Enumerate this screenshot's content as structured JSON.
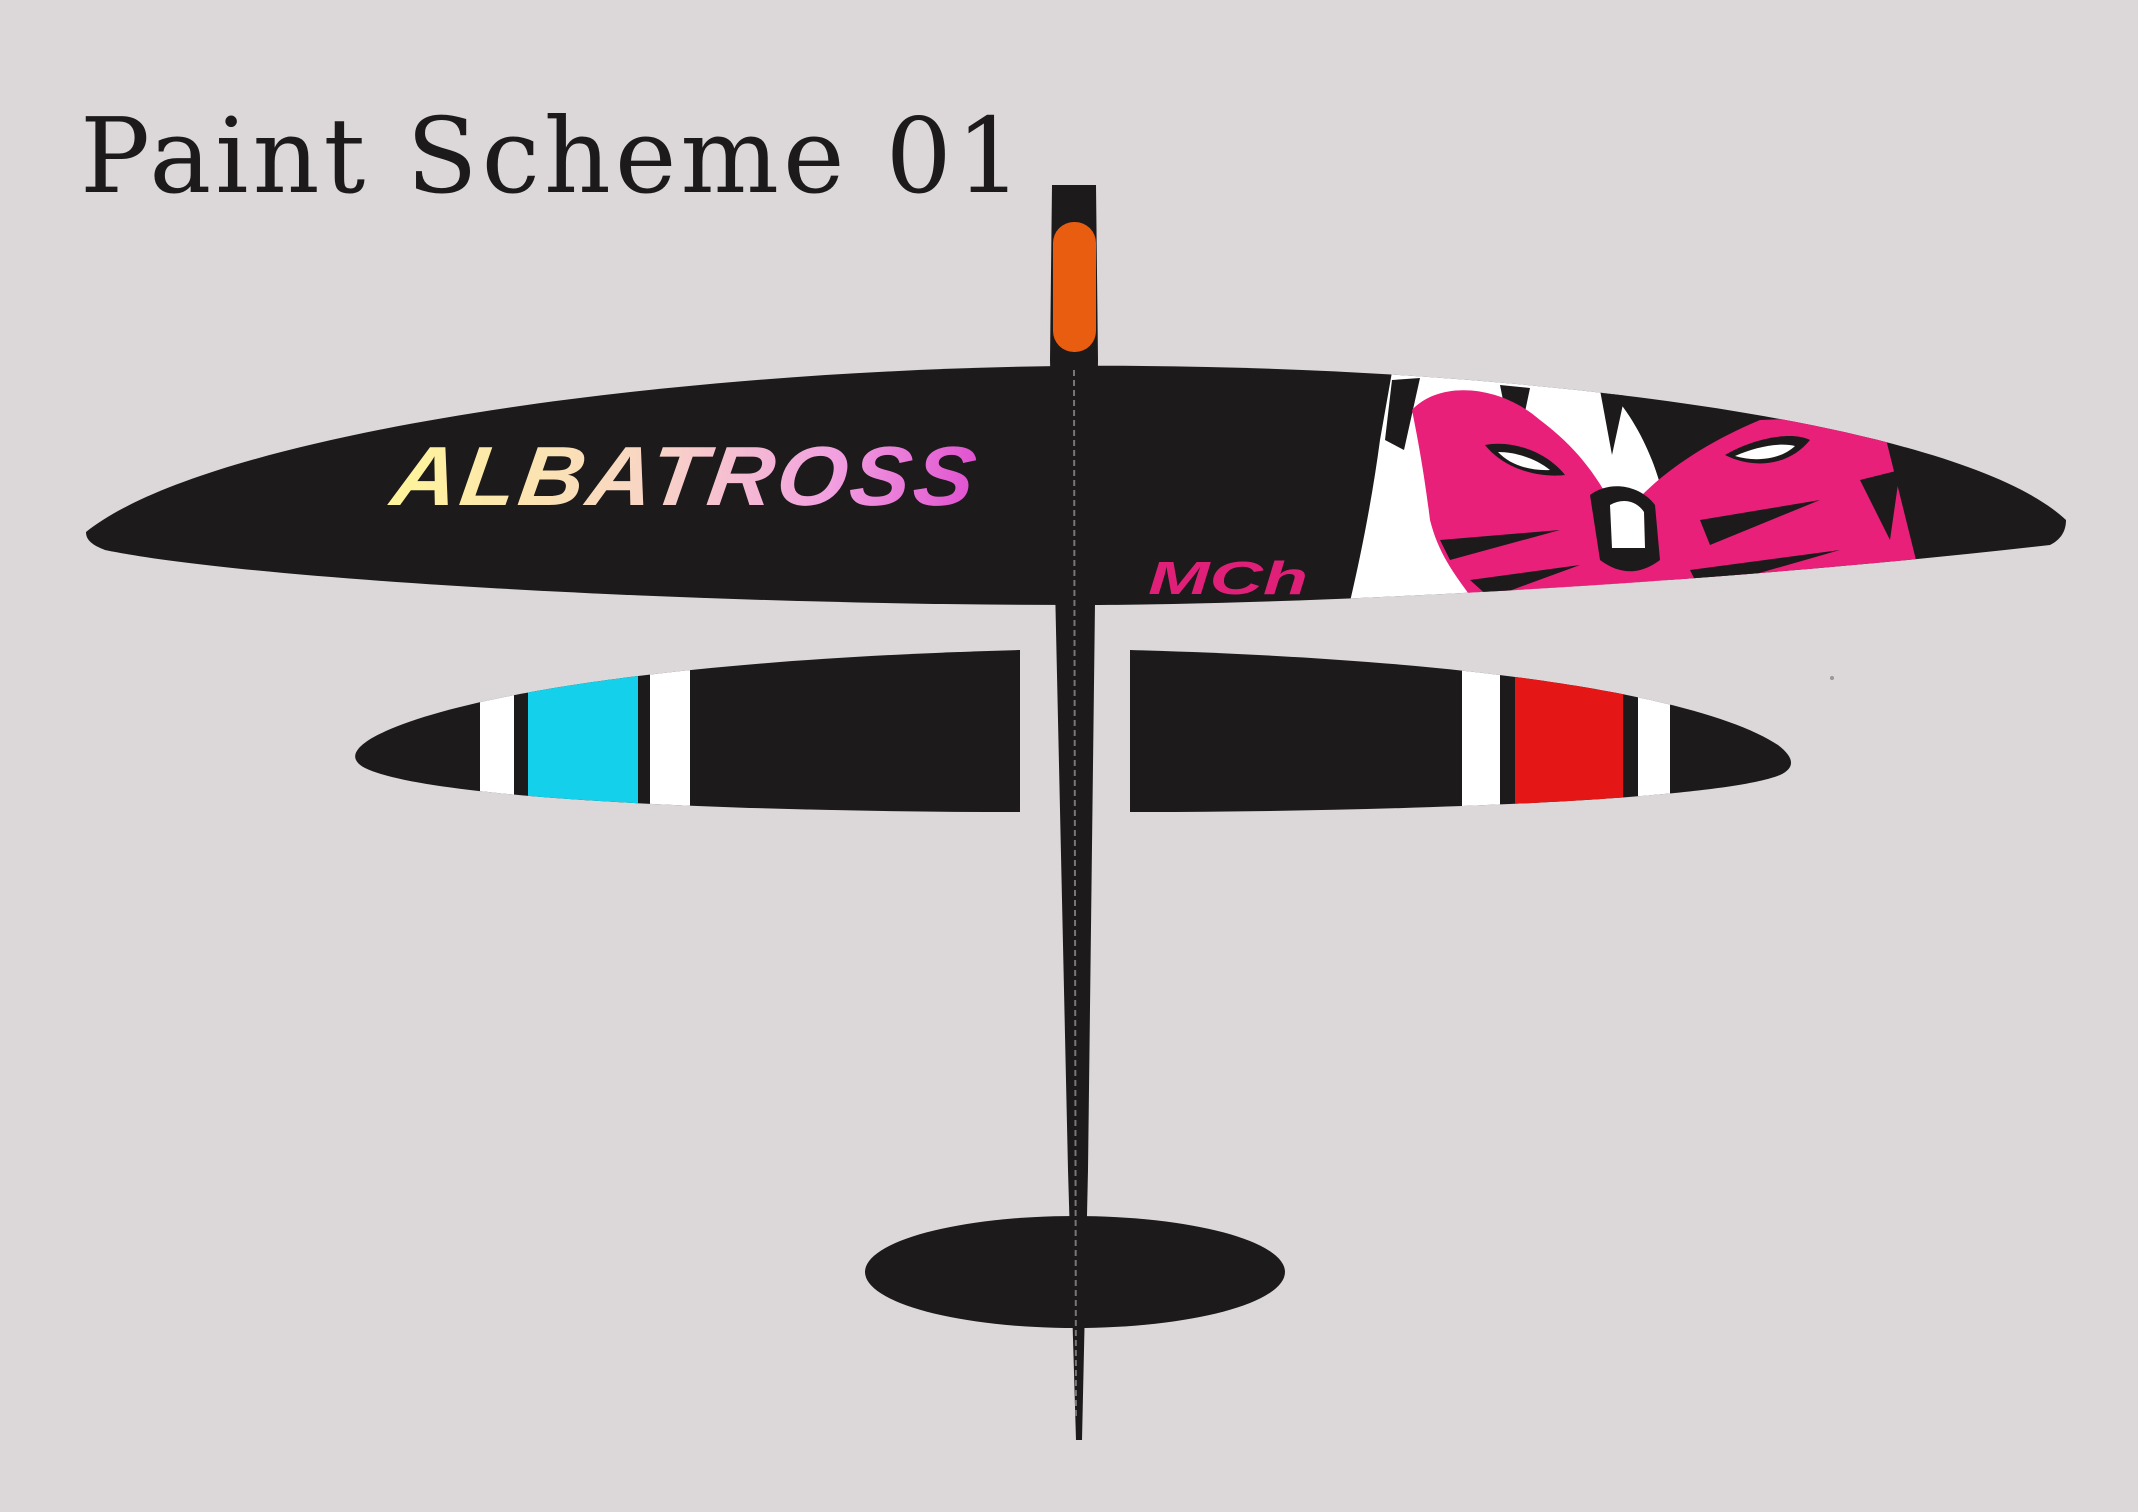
{
  "page": {
    "title": "Paint Scheme 01",
    "background_color": "#dcd8d9"
  },
  "glider": {
    "name_decal": "ALBATROSS",
    "logo_decal": "MCh",
    "colors": {
      "base": "#1c1a1b",
      "canopy": "#e85d10",
      "name_gradient": [
        "#fff59a",
        "#f8d4c6",
        "#f2a0e0",
        "#e050d0"
      ],
      "logo": "#e01f78",
      "eagle_magenta": "#e8207a",
      "left_stab_stripe": "#15d0ea",
      "right_stab_stripe": "#e41616",
      "stripe_white": "#ffffff"
    }
  }
}
